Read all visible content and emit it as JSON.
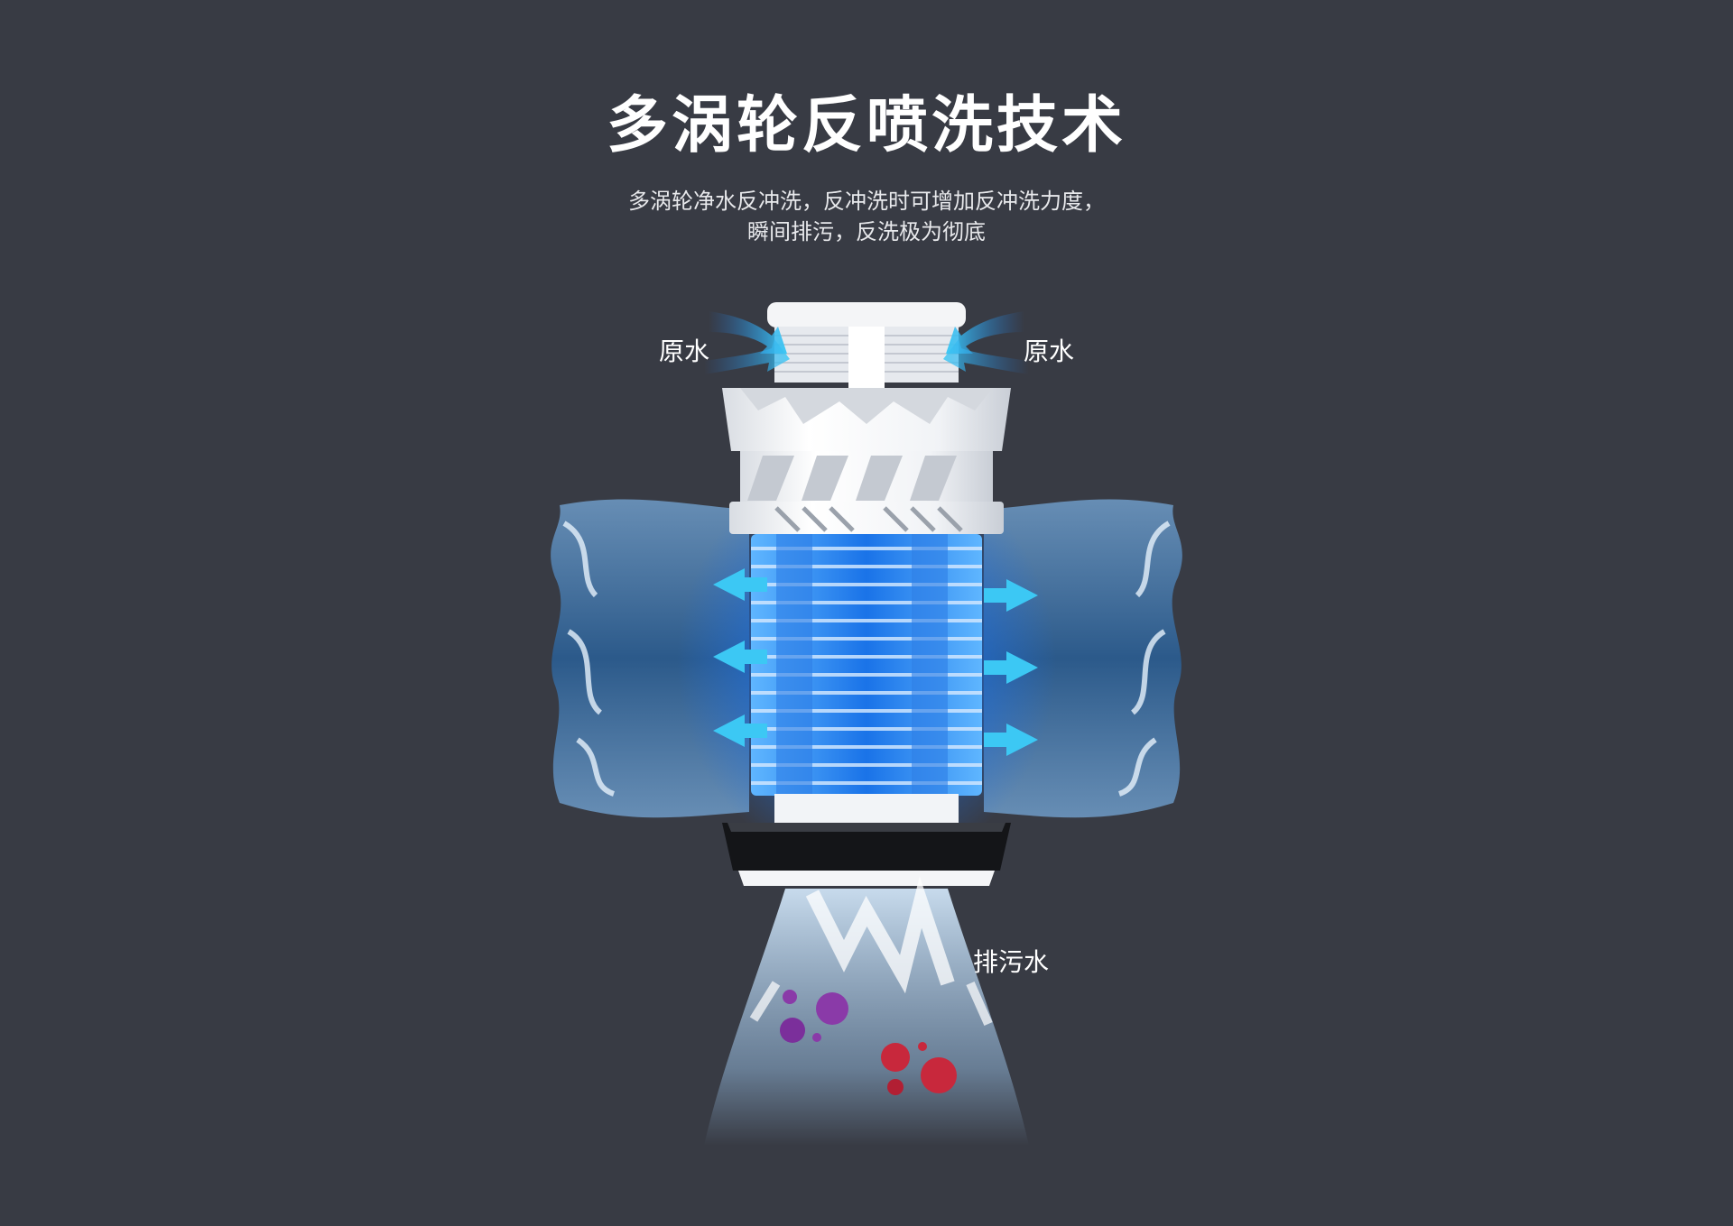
{
  "header": {
    "title": "多涡轮反喷洗技术",
    "subtitle_lines": [
      "多涡轮净水反冲洗，反冲洗时可增加反冲洗力度，",
      "瞬间排污，反洗极为彻底"
    ]
  },
  "callouts": {
    "raw_water_left": "原水",
    "raw_water_right": "原水",
    "drain_water": "排污水"
  },
  "colors": {
    "background": "#383b44",
    "accent_blue": "#1e90ff",
    "cyan_arrow": "#40c8f0",
    "contaminant_purple": "#8a3aa8",
    "contaminant_red": "#c8283c"
  }
}
